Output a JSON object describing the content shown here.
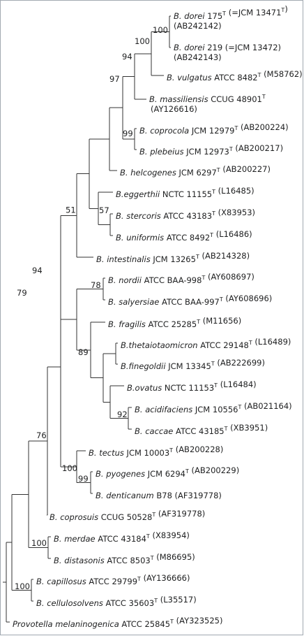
{
  "tree": {
    "leaves": [
      {
        "id": "dorei175",
        "taxon": "B. dorei",
        "rest": " 175",
        "sup": "T",
        "rest2": " (=JCM 13471",
        "sup2": "T",
        "rest3": ")",
        "line2": "(AB242142)"
      },
      {
        "id": "dorei219",
        "taxon": "B. dorei",
        "rest": " 219 (=JCM 13472)",
        "line2": "(AB242143)"
      },
      {
        "id": "vulgatus",
        "taxon": "B. vulgatus",
        "rest": " ATCC 8482",
        "sup": "T",
        "rest2": " (M58762)"
      },
      {
        "id": "massiliensis",
        "taxon": "B. massiliensis",
        "rest": " CCUG 48901",
        "sup": "T",
        "line2": "(AY126616)"
      },
      {
        "id": "coprocola",
        "taxon": "B. coprocola",
        "rest": " JCM 12979",
        "sup": "T",
        "rest2": " (AB200224)"
      },
      {
        "id": "plebeius",
        "taxon": "B. plebeius",
        "rest": " JCM 12973",
        "sup": "T",
        "rest2": " (AB200217)"
      },
      {
        "id": "helcogenes",
        "taxon": "B. helcogenes",
        "rest": " JCM 6297",
        "sup": "T",
        "rest2": " (AB200227)"
      },
      {
        "id": "eggerthii",
        "taxon": "B.eggerthii",
        "rest": " NCTC 11155",
        "sup": "T",
        "rest2": " (L16485)"
      },
      {
        "id": "stercoris",
        "taxon": "B. stercoris",
        "rest": " ATCC 43183",
        "sup": "T",
        "rest2": " (X83953)"
      },
      {
        "id": "uniformis",
        "taxon": "B. uniformis",
        "rest": " ATCC 8492",
        "sup": "T",
        "rest2": " (L16486)"
      },
      {
        "id": "intestinalis",
        "taxon": "B. intestinalis",
        "rest": " JCM 13265",
        "sup": "T",
        "rest2": " (AB214328)"
      },
      {
        "id": "nordii",
        "taxon": "B. nordii",
        "rest": " ATCC BAA-998",
        "sup": "T",
        "rest2": " (AY608697)"
      },
      {
        "id": "salyersiae",
        "taxon": "B. salyersiae",
        "rest": " ATCC BAA-997",
        "sup": "T",
        "rest2": " (AY608696)"
      },
      {
        "id": "fragilis",
        "taxon": "B. fragilis",
        "rest": " ATCC 25285",
        "sup": "T",
        "rest2": " (M11656)"
      },
      {
        "id": "thetaiotaomicron",
        "taxon": "B.thetaiotaomicron",
        "rest": " ATCC 29148",
        "sup": "T",
        "rest2": " (L16489)"
      },
      {
        "id": "finegoldii",
        "taxon": "B.finegoldii",
        "rest": " JCM 13345",
        "sup": "T",
        "rest2": " (AB222699)"
      },
      {
        "id": "ovatus",
        "taxon": "B.ovatus",
        "rest": " NCTC 11153",
        "sup": "T",
        "rest2": " (L16484)"
      },
      {
        "id": "acidifaciens",
        "taxon": "B. acidifaciens",
        "rest": " JCM 10556",
        "sup": "T",
        "rest2": " (AB021164)"
      },
      {
        "id": "caccae",
        "taxon": "B. caccae",
        "rest": " ATCC 43185",
        "sup": "T",
        "rest2": " (XB3951)"
      },
      {
        "id": "tectus",
        "taxon": "B. tectus",
        "rest": " JCM 10003",
        "sup": "T",
        "rest2": " (AB200228)"
      },
      {
        "id": "pyogenes",
        "taxon": "B. pyogenes",
        "rest": " JCM 6294",
        "sup": "T",
        "rest2": " (AB200229)"
      },
      {
        "id": "denticanum",
        "taxon": "B. denticanum",
        "rest": " B78 (AF319778)"
      },
      {
        "id": "coprosuis",
        "taxon": "B. coprosuis",
        "rest": " CCUG 50528",
        "sup": "T",
        "rest2": " (AF319778)"
      },
      {
        "id": "merdae",
        "taxon": "B. merdae",
        "rest": " ATCC 43184",
        "sup": "T",
        "rest2": " (X83954)"
      },
      {
        "id": "distasonis",
        "taxon": "B. distasonis",
        "rest": " ATCC 8503",
        "sup": "T",
        "rest2": " (M86695)"
      },
      {
        "id": "capillosus",
        "taxon": "B. capillosus",
        "rest": " ATCC 29799",
        "sup": "T",
        "rest2": " (AY136666)"
      },
      {
        "id": "cellulosolvens",
        "taxon": "B. cellulosolvens",
        "rest": " ATCC 35603",
        "sup": "T",
        "rest2": " (L35517)"
      },
      {
        "id": "melaninogenica",
        "taxon": "Provotella melaninogenica",
        "rest": " ATCC 25845",
        "sup": "T",
        "rest2": " (AY323525)"
      }
    ],
    "bootstrap": {
      "n_dorei": "100",
      "n_dorei_grp": "100",
      "n_vulgatus_grp": "94",
      "n_97": "97",
      "n_coprocola": "99",
      "n_stercoris": "57",
      "n_51": "51",
      "n_nordii": "78",
      "n_89": "89",
      "n_acid": "92",
      "n_76": "76",
      "n_tectus": "100",
      "n_pyog": "99",
      "n_94b": "94",
      "n_merdae": "100",
      "n_79": "79",
      "n_capill": "100"
    }
  }
}
